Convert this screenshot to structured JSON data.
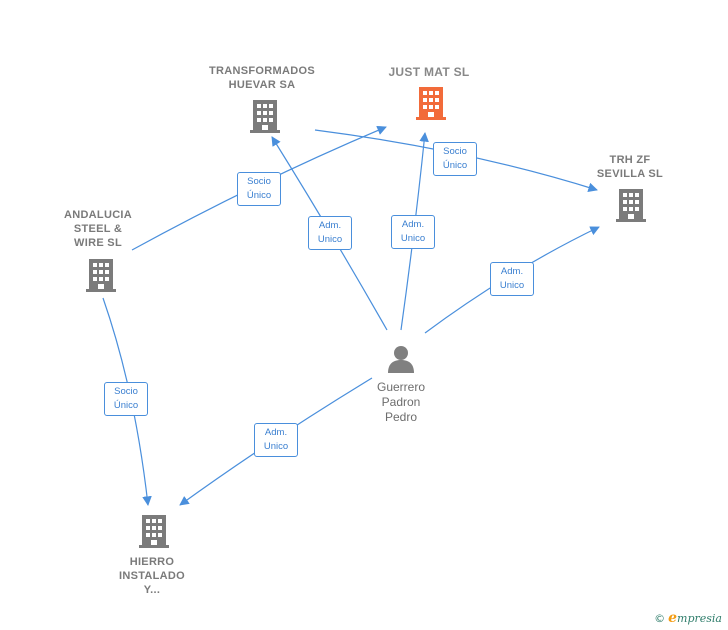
{
  "nodes": {
    "transformados": {
      "label": [
        "TRANSFORMADOS",
        "HUEVAR SA"
      ]
    },
    "justmat": {
      "label": [
        "JUST MAT  SL"
      ]
    },
    "trh": {
      "label": [
        "TRH ZF",
        "SEVILLA  SL"
      ]
    },
    "andalucia": {
      "label": [
        "ANDALUCIA",
        "STEEL &",
        "WIRE SL"
      ]
    },
    "hierro": {
      "label": [
        "HIERRO",
        "INSTALADO",
        "Y..."
      ]
    },
    "person": {
      "label": [
        "Guerrero",
        "Padron",
        "Pedro"
      ]
    }
  },
  "edges": {
    "socio_unico": [
      "Socio",
      "Único"
    ],
    "adm_unico": [
      "Adm.",
      "Unico"
    ]
  },
  "colors": {
    "company": "#7b7b7b",
    "focus_company": "#f26b3a",
    "edge": "#4a8fdc",
    "person": "#808080"
  },
  "watermark": {
    "symbol": "©",
    "brand_initial": "e",
    "brand_rest": "mpresia"
  }
}
